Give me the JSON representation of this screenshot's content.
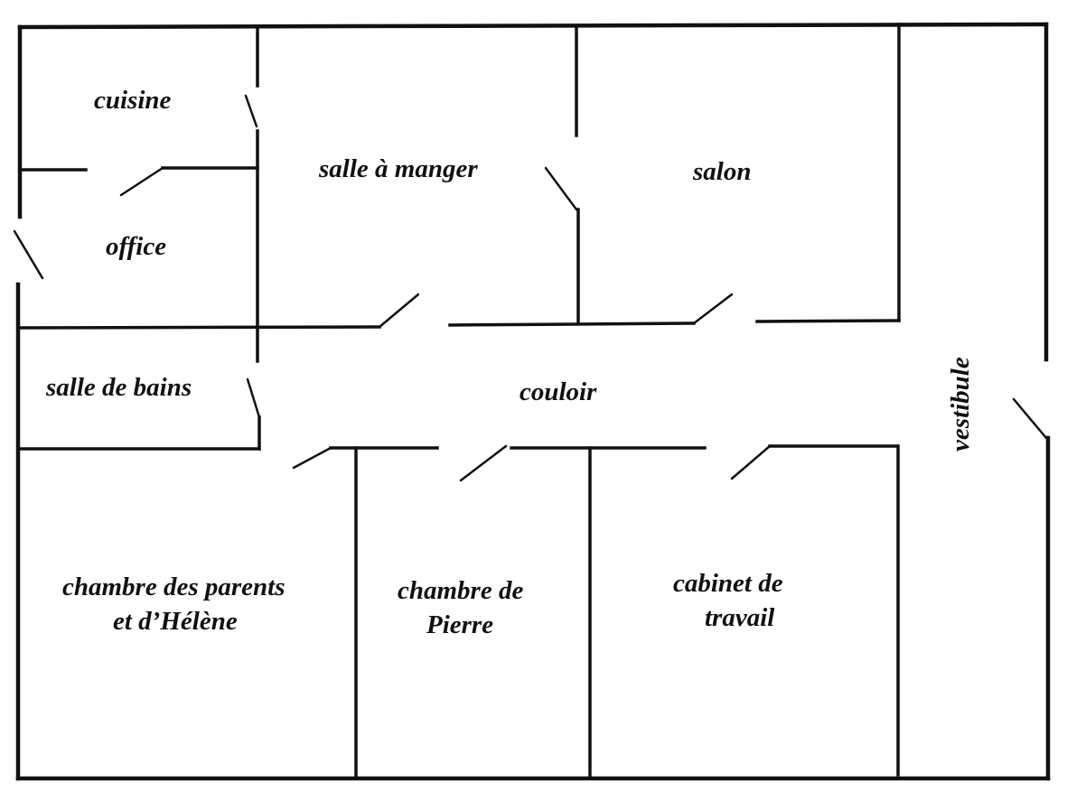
{
  "plan": {
    "rooms": {
      "cuisine": "cuisine",
      "salle_a_manger": "salle à manger",
      "salon": "salon",
      "office": "office",
      "salle_de_bains": "salle de bains",
      "couloir": "couloir",
      "vestibule": "vestibule",
      "chambre_parents_line1": "chambre des parents",
      "chambre_parents_line2": "et d’Hélène",
      "chambre_pierre_line1": "chambre de",
      "chambre_pierre_line2": "Pierre",
      "cabinet_line1": "cabinet de",
      "cabinet_line2": "travail"
    },
    "colors": {
      "ink": "#111111",
      "paper": "#ffffff"
    }
  }
}
